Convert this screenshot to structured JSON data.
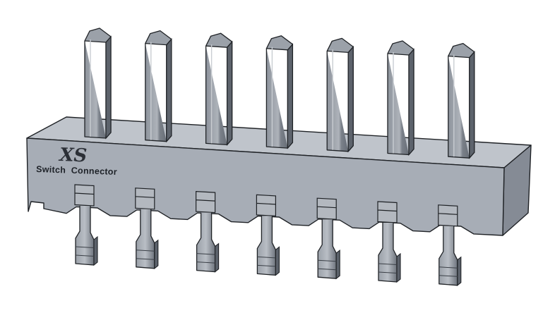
{
  "product": {
    "logo_text": "XS",
    "brand_text": "Switch  Connector"
  },
  "connector": {
    "pin_count": 7
  },
  "colors": {
    "background": "#ffffff",
    "housing_front": "#a7adb6",
    "housing_top": "#bfc4cb",
    "housing_side": "#848a94",
    "pin_light": "#a9aeb6",
    "pin_dark": "#5f656e",
    "outline": "#1f2226"
  }
}
